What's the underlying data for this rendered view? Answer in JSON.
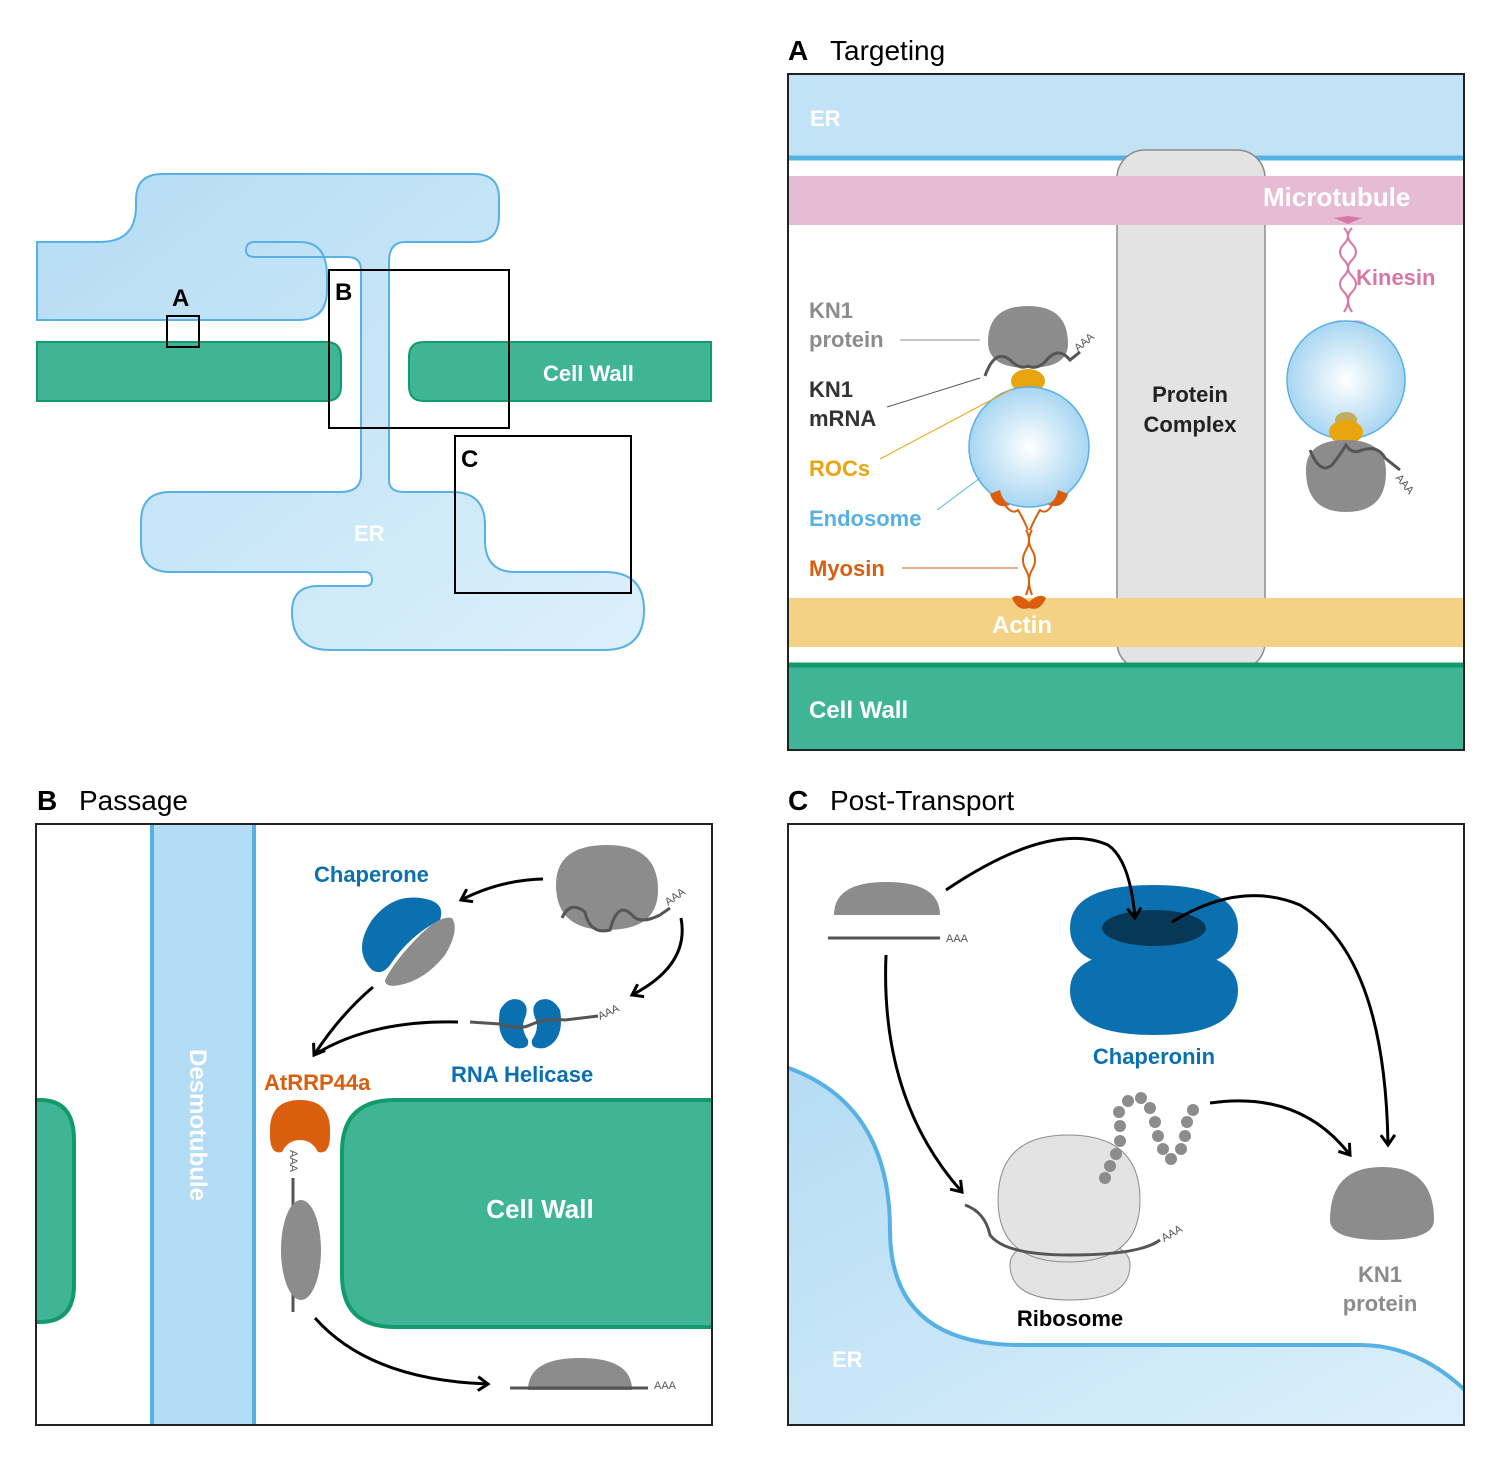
{
  "overview": {
    "box_a": "A",
    "box_b": "B",
    "box_c": "C",
    "cell_wall": "Cell Wall",
    "er": "ER"
  },
  "panel_a": {
    "letter": "A",
    "title": "Targeting",
    "er": "ER",
    "microtubule": "Microtubule",
    "kinesin": "Kinesin",
    "kn1_protein_1": "KN1",
    "kn1_protein_2": "protein",
    "kn1_mrna_1": "KN1",
    "kn1_mrna_2": "mRNA",
    "rocs": "ROCs",
    "endosome": "Endosome",
    "myosin": "Myosin",
    "actin": "Actin",
    "protein_complex_1": "Protein",
    "protein_complex_2": "Complex",
    "cell_wall": "Cell Wall",
    "polya": "AAA"
  },
  "panel_b": {
    "letter": "B",
    "title": "Passage",
    "chaperone": "Chaperone",
    "rna_helicase": "RNA Helicase",
    "atrrp44a": "AtRRP44a",
    "desmotubule": "Desmotubule",
    "cell_wall": "Cell Wall",
    "polya": "AAA"
  },
  "panel_c": {
    "letter": "C",
    "title": "Post-Transport",
    "chaperonin": "Chaperonin",
    "ribosome": "Ribosome",
    "kn1_protein_1": "KN1",
    "kn1_protein_2": "protein",
    "er": "ER",
    "polya": "AAA"
  },
  "colors": {
    "er_fill": "#c2e2f6",
    "er_stroke": "#58b1e4",
    "cell_wall": "#40b596",
    "cell_wall_dark": "#129a6d",
    "microtubule": "#e6bcd4",
    "kinesin": "#d876a8",
    "actin": "#f3d185",
    "myosin": "#d95f0e",
    "rocs": "#e8a50f",
    "chaperone": "#0a70b0",
    "protein_gray": "#8c8c8c",
    "complex_gray": "#e3e3e3"
  }
}
